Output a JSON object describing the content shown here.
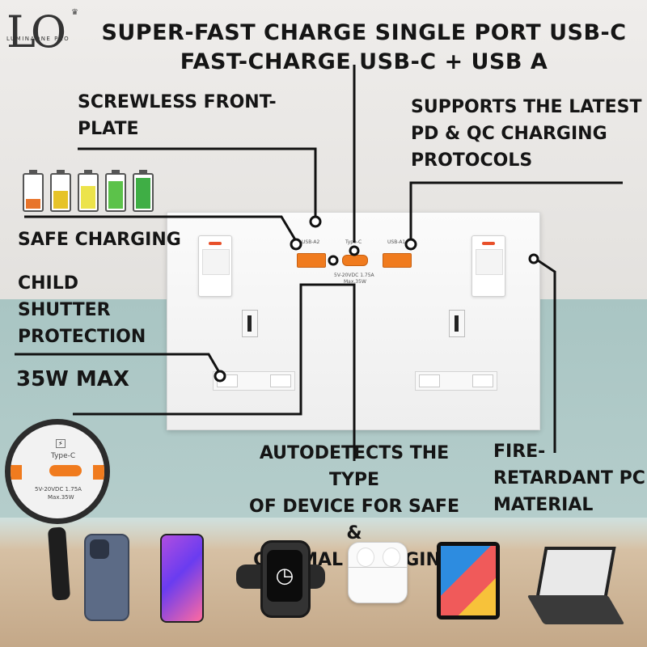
{
  "brand": {
    "monogram": "LO",
    "name": "LUMINAONE PRO"
  },
  "headline": {
    "line1": "SUPER-FAST CHARGE SINGLE PORT USB-C",
    "line2": "FAST-CHARGE USB-C + USB A"
  },
  "callouts": {
    "screwless_1": "SCREWLESS FRONT-",
    "screwless_2": "PLATE",
    "protocols_1": "SUPPORTS  THE LATEST",
    "protocols_2": "PD & QC CHARGING",
    "protocols_3": "PROTOCOLS",
    "safe_charging": "SAFE CHARGING",
    "child_1": "CHILD",
    "child_2": "SHUTTER",
    "child_3": "PROTECTION",
    "max_power": "35W MAX",
    "autodetect_1": "AUTODETECTS THE TYPE",
    "autodetect_2": "OF DEVICE FOR SAFE &",
    "autodetect_3": "OPTIMAL CHARGING",
    "fire_1": "FIRE-",
    "fire_2": "RETARDANT PC",
    "fire_3": "MATERIAL"
  },
  "socket": {
    "port_left": "USB-A2",
    "port_mid": "Type-C",
    "port_right": "USB-A1",
    "rating_1": "5V-20VDC  1.75A",
    "rating_2": "Max.35W"
  },
  "magnifier": {
    "port": "Type-C",
    "rating_1": "5V-20VDC  1.75A",
    "rating_2": "Max.35W"
  },
  "colors": {
    "accent_orange": "#f07b1e",
    "battery_levels": [
      "#e8742a",
      "#e6c328",
      "#ece34a",
      "#5cc24a",
      "#3fae45"
    ]
  },
  "devices": [
    "phone-icon",
    "smartphone-icon",
    "smartwatch-icon",
    "earbuds-icon",
    "tablet-icon",
    "laptop-icon"
  ]
}
